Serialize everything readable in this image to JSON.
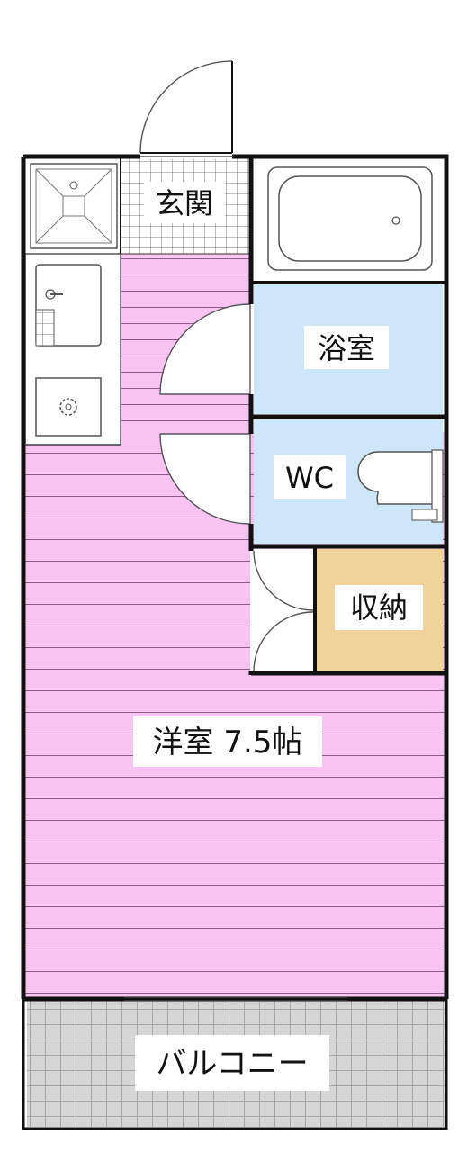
{
  "rooms": {
    "entrance": "玄関",
    "bath": "浴室",
    "wc": "WC",
    "storage": "収納",
    "western_room": "洋室 7.5帖",
    "balcony": "バルコニー"
  },
  "colors": {
    "wall": "#111111",
    "floor_pink": "#f9c3f2",
    "floor_stripe": "#8c5c88",
    "bath_blue": "#cde6f8",
    "storage_tan": "#efd39b",
    "balcony_gray": "#b3b3b3",
    "balcony_tile": "#d6d6d6"
  }
}
